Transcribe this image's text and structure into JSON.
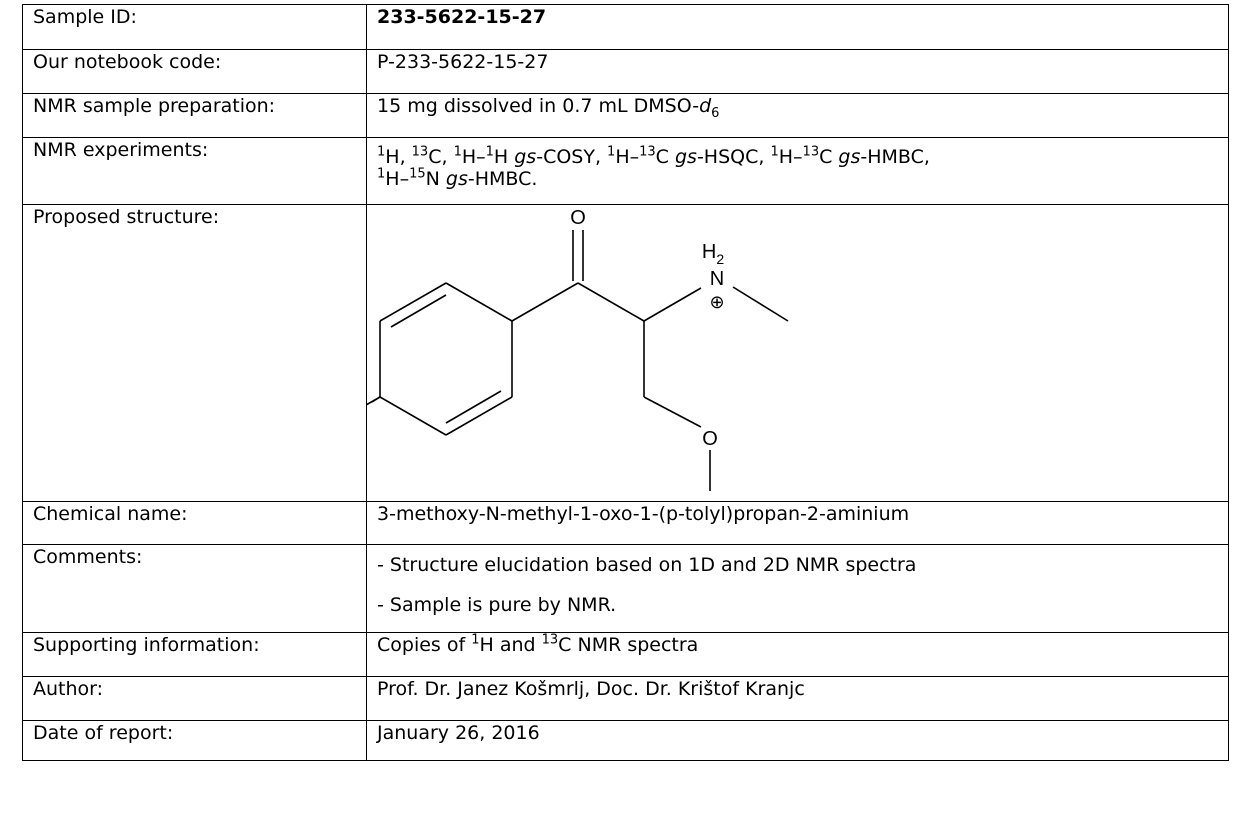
{
  "rows": {
    "sample_id": {
      "label": "Sample ID:",
      "value": "233-5622-15-27"
    },
    "notebook": {
      "label": "Our notebook code:",
      "value": "P-233-5622-15-27"
    },
    "prep": {
      "label": "NMR sample preparation:",
      "value_a": "15 mg dissolved in 0.7 mL DMSO-",
      "value_d": "d",
      "value_sub": "6"
    },
    "experiments": {
      "label": "NMR experiments:",
      "n1": "1",
      "t1": "H, ",
      "n2": "13",
      "t2": "C, ",
      "n3": "1",
      "t3": "H–",
      "n4": "1",
      "t4": "H ",
      "gs": "gs",
      "t5": "-COSY, ",
      "n5": "1",
      "t6": "H–",
      "n6": "13",
      "t7": "C ",
      "t8": "-HSQC, ",
      "n7": "1",
      "t9": "H–",
      "n8": "13",
      "t10": "C ",
      "t11": "-HMBC,",
      "n9": "1",
      "t12": "H–",
      "n10": "15",
      "t13": "N ",
      "t14": "-HMBC."
    },
    "structure": {
      "label": "Proposed structure:",
      "atom_o1": "O",
      "atom_n": "N",
      "atom_h": "H",
      "atom_h_sub": "2",
      "atom_o2": "O",
      "charge": "⊕"
    },
    "chem_name": {
      "label": "Chemical name:",
      "value": "3-methoxy-N-methyl-1-oxo-1-(p-tolyl)propan-2-aminium"
    },
    "comments": {
      "label": "Comments:",
      "line1": "- Structure elucidation based on 1D and 2D NMR spectra",
      "line2": "- Sample is pure by NMR."
    },
    "supporting": {
      "label": "Supporting information:",
      "a": "Copies of ",
      "n1": "1",
      "b": "H and ",
      "n2": "13",
      "c": "C NMR spectra"
    },
    "author": {
      "label": "Author:",
      "value": "Prof. Dr. Janez Košmrlj, Doc. Dr. Krištof Kranjc"
    },
    "date": {
      "label": "Date of report:",
      "value": "January 26, 2016"
    }
  }
}
